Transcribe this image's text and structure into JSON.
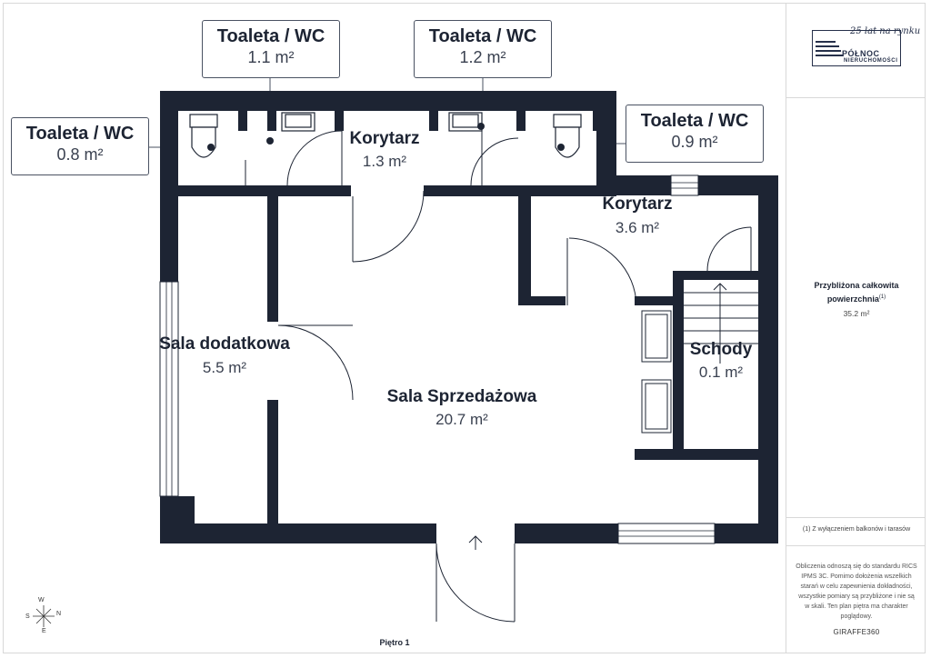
{
  "rooms": [
    {
      "name": "Toaleta / WC",
      "area": "1.1 m²"
    },
    {
      "name": "Toaleta / WC",
      "area": "1.2 m²"
    },
    {
      "name": "Toaleta / WC",
      "area": "0.8 m²"
    },
    {
      "name": "Toaleta / WC",
      "area": "0.9 m²"
    },
    {
      "name": "Korytarz",
      "area": "1.3 m²"
    },
    {
      "name": "Korytarz",
      "area": "3.6 m²"
    },
    {
      "name": "Sala dodatkowa",
      "area": "5.5 m²"
    },
    {
      "name": "Sala Sprzedażowa",
      "area": "20.7 m²"
    },
    {
      "name": "Schody",
      "area": "0.1 m²"
    }
  ],
  "floor_label": "Piętro 1",
  "compass": {
    "top": "W",
    "left": "S",
    "right": "N",
    "bottom": "E"
  },
  "sidebar": {
    "logo_tagline": "25 lat na rynku",
    "logo_name": "PÓŁNOC",
    "logo_subname": "NIERUCHOMOŚCI",
    "total_area_label": "Przybliżona całkowita powierzchnia",
    "total_area_marker": "(1)",
    "total_area_value": "35.2 m²",
    "footnote": "(1) Z wyłączeniem balkonów i tarasów",
    "disclaimer": "Obliczenia odnoszą się do standardu RICS IPMS 3C. Pomimo dołożenia wszelkich starań w celu zapewnienia dokładności, wszystkie pomiary są przybliżone i nie są w skali. Ten plan piętra ma charakter poglądowy.",
    "brand": "GIRAFFE360"
  },
  "colors": {
    "wall": "#1d2433",
    "text": "#1d2433",
    "border": "#d8d8d8"
  }
}
